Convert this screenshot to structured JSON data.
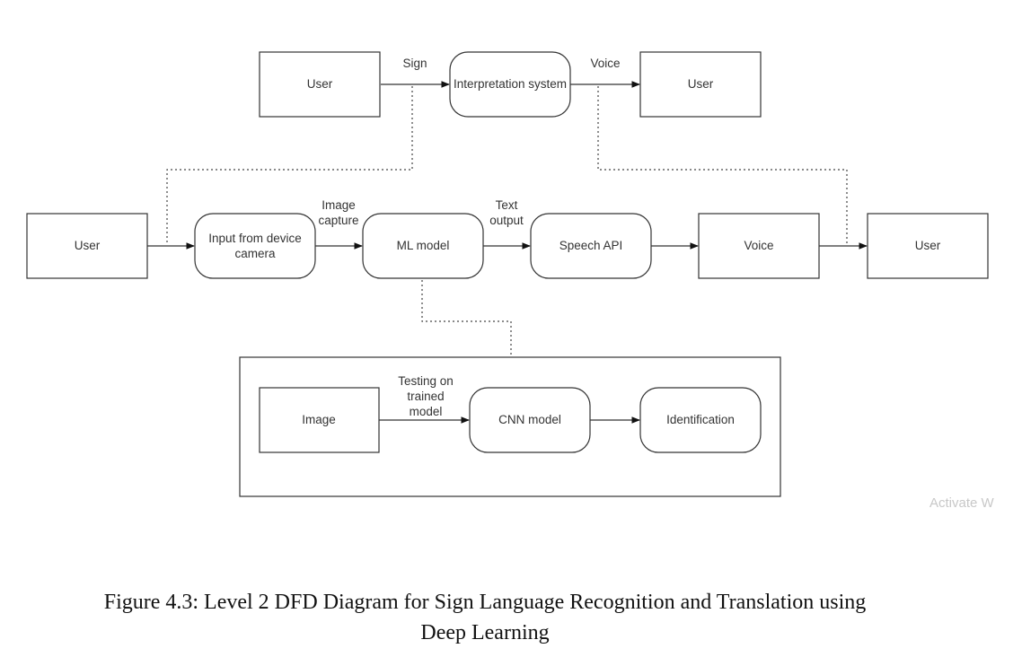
{
  "nodes": {
    "top_user_left": "User",
    "interpretation": "Interpretation system",
    "top_user_right": "User",
    "user_left": "User",
    "input_line1": "Input from device",
    "input_line2": "camera",
    "ml_model": "ML model",
    "speech_api": "Speech API",
    "voice": "Voice",
    "user_right": "User",
    "image": "Image",
    "cnn_model": "CNN model",
    "identification": "Identification"
  },
  "flows": {
    "sign": "Sign",
    "voice": "Voice",
    "image_capture_line1": "Image",
    "image_capture_line2": "capture",
    "text_output_line1": "Text",
    "text_output_line2": "output",
    "testing_line1": "Testing on",
    "testing_line2": "trained",
    "testing_line3": "model"
  },
  "caption": {
    "line1": "Figure 4.3: Level 2 DFD Diagram for Sign Language Recognition and Translation using",
    "line2": "Deep Learning"
  },
  "watermark": "Activate W"
}
